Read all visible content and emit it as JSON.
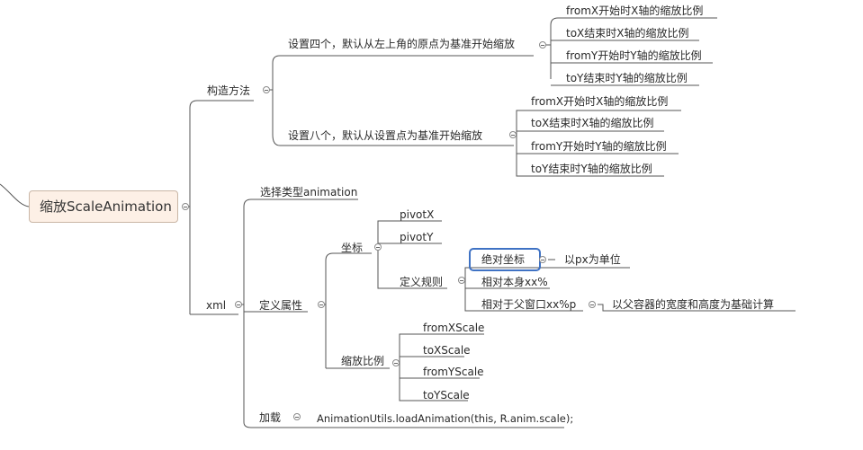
{
  "root": {
    "label": "缩放ScaleAnimation"
  },
  "construct": {
    "label": "构造方法",
    "four": {
      "label": "设置四个，默认从左上角的原点为基准开始缩放",
      "items": [
        "fromX开始时X轴的缩放比例",
        "toX结束时X轴的缩放比例",
        "fromY开始时Y轴的缩放比例",
        "toY结束时Y轴的缩放比例"
      ]
    },
    "eight": {
      "label": "设置八个，默认从设置点为基准开始缩放",
      "items": [
        "fromX开始时X轴的缩放比例",
        "toX结束时X轴的缩放比例",
        "fromY开始时Y轴的缩放比例",
        "toY结束时Y轴的缩放比例"
      ]
    }
  },
  "xml": {
    "label": "xml",
    "select": "选择类型animation",
    "attrs": {
      "label": "定义属性",
      "coord": {
        "label": "坐标",
        "pivotx": "pivotX",
        "pivoty": "pivotY",
        "rules": {
          "label": "定义规则",
          "absolute": "绝对坐标",
          "absolute_note": "以px为单位",
          "relative_self": "相对本身xx%",
          "relative_parent": "相对于父窗口xx%p",
          "relative_parent_note": "以父容器的宽度和高度为基础计算"
        }
      },
      "scale": {
        "label": "缩放比例",
        "items": [
          "fromXScale",
          "toXScale",
          "fromYScale",
          "toYScale"
        ]
      }
    },
    "load": {
      "label": "加载",
      "code": "AnimationUtils.loadAnimation(this, R.anim.scale);"
    }
  }
}
